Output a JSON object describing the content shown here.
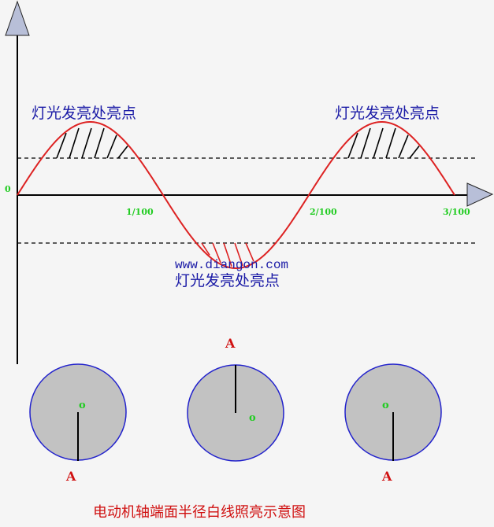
{
  "figure": {
    "origin_label": "0",
    "x_ticks": [
      "1/100",
      "2/100",
      "3/100"
    ],
    "bright_labels": [
      "灯光发亮处亮点",
      "灯光发亮处亮点",
      "灯光发亮处亮点"
    ],
    "watermark": "www.diangon.com",
    "caption": "电动机轴端面半径白线照亮示意图",
    "disks": [
      {
        "center_label": "o",
        "radius_label": "A",
        "line_direction": "down"
      },
      {
        "center_label": "o",
        "radius_label": "A",
        "line_direction": "up"
      },
      {
        "center_label": "o",
        "radius_label": "A",
        "line_direction": "down"
      }
    ]
  },
  "colors": {
    "axis": "#000000",
    "wave": "#dd2222",
    "hatch_positive": "#000000",
    "hatch_negative": "#dd2222",
    "axis_arrow_fill": "#b8bfd8",
    "bright_label": "#1a1aa6",
    "tick_label": "#22cc22",
    "caption": "#d01010",
    "disk_fill": "#c2c2c2",
    "disk_stroke": "#2222cc",
    "watermark": "#1a1aa6"
  }
}
